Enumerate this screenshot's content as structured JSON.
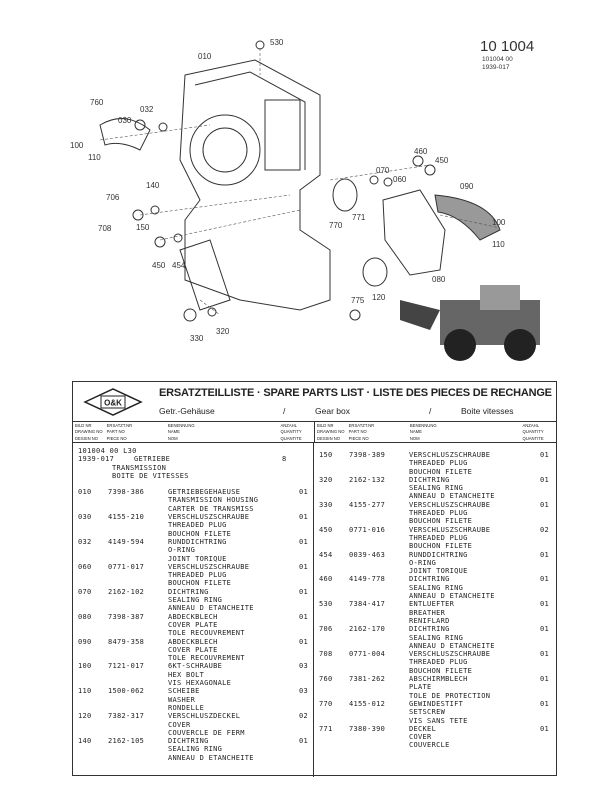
{
  "document_ref": {
    "number": "10 1004",
    "line1": "101004   00",
    "line2": "1939-017"
  },
  "diagram_labels": [
    "530",
    "010",
    "760",
    "032",
    "030",
    "100",
    "110",
    "460",
    "450",
    "070",
    "060",
    "090",
    "706",
    "140",
    "708",
    "150",
    "770",
    "771",
    "100",
    "110",
    "450",
    "454",
    "080",
    "775",
    "120",
    "330",
    "320"
  ],
  "logo_text": "O&K",
  "title": "ERSATZTEILLISTE · SPARE PARTS LIST · LISTE DES PIECES DE RECHANGE",
  "subtitle": {
    "de": "Getr.-Gehäuse",
    "sep1": "/",
    "en": "Gear box",
    "sep2": "/",
    "fr": "Boite vitesses"
  },
  "columns": {
    "drawing": [
      "BILD NR",
      "DRAWING NO",
      "DESSIN NO"
    ],
    "part": [
      "ERSATZT.NR",
      "PART NO",
      "PIECE NO"
    ],
    "name": [
      "BENENNUNG",
      "NAME",
      "NOM"
    ],
    "qty": [
      "ANZAHL",
      "QUANTITY",
      "QUANTITE"
    ]
  },
  "assembly": {
    "line1": "101004   00  L30",
    "code": "1939-017",
    "name": [
      "GETRIEBE",
      "TRANSMISSION",
      "BOITE DE VITESSES"
    ],
    "qty": "8"
  },
  "left_entries": [
    {
      "pos": "010",
      "part": "7398-386",
      "name": [
        "GETRIEBEGEHAEUSE",
        "TRANSMISSION HOUSING",
        "CARTER DE TRANSMISS"
      ],
      "qty": "01"
    },
    {
      "pos": "030",
      "part": "4155-210",
      "name": [
        "VERSCHLUSZSCHRAUBE",
        "THREADED PLUG",
        "BOUCHON FILETE"
      ],
      "qty": "01"
    },
    {
      "pos": "032",
      "part": "4149-594",
      "name": [
        "RUNDDICHTRING",
        "O-RING",
        "JOINT TORIQUE"
      ],
      "qty": "01"
    },
    {
      "pos": "060",
      "part": "0771-017",
      "name": [
        "VERSCHLUSZSCHRAUBE",
        "THREADED PLUG",
        "BOUCHON FILETE"
      ],
      "qty": "01"
    },
    {
      "pos": "070",
      "part": "2162-102",
      "name": [
        "DICHTRING",
        "SEALING RING",
        "ANNEAU D ETANCHEITE"
      ],
      "qty": "01"
    },
    {
      "pos": "080",
      "part": "7398-387",
      "name": [
        "ABDECKBLECH",
        "COVER PLATE",
        "TOLE RECOUVREMENT"
      ],
      "qty": "01"
    },
    {
      "pos": "090",
      "part": "8479-358",
      "name": [
        "ABDECKBLECH",
        "COVER PLATE",
        "TOLE RECOUVREMENT"
      ],
      "qty": "01"
    },
    {
      "pos": "100",
      "part": "7121-017",
      "name": [
        "6KT-SCHRAUBE",
        "HEX BOLT",
        "VIS HEXAGONALE"
      ],
      "qty": "03"
    },
    {
      "pos": "110",
      "part": "1500-062",
      "name": [
        "SCHEIBE",
        "WASHER",
        "RONDELLE"
      ],
      "qty": "03"
    },
    {
      "pos": "120",
      "part": "7382-317",
      "name": [
        "VERSCHLUSZDECKEL",
        "COVER",
        "COUVERCLE DE FERM"
      ],
      "qty": "02"
    },
    {
      "pos": "140",
      "part": "2162-105",
      "name": [
        "DICHTRING",
        "SEALING RING",
        "ANNEAU D ETANCHEITE"
      ],
      "qty": "01"
    }
  ],
  "right_entries": [
    {
      "pos": "150",
      "part": "7398-389",
      "name": [
        "VERSCHLUSZSCHRAUBE",
        "THREADED PLUG",
        "BOUCHON FILETE"
      ],
      "qty": "01"
    },
    {
      "pos": "320",
      "part": "2162-132",
      "name": [
        "DICHTRING",
        "SEALING RING",
        "ANNEAU D ETANCHEITE"
      ],
      "qty": "01"
    },
    {
      "pos": "330",
      "part": "4155-277",
      "name": [
        "VERSCHLUSZSCHRAUBE",
        "THREADED PLUG",
        "BOUCHON FILETE"
      ],
      "qty": "01"
    },
    {
      "pos": "450",
      "part": "0771-016",
      "name": [
        "VERSCHLUSZSCHRAUBE",
        "THREADED PLUG",
        "BOUCHON FILETE"
      ],
      "qty": "02"
    },
    {
      "pos": "454",
      "part": "0039-463",
      "name": [
        "RUNDDICHTRING",
        "O-RING",
        "JOINT TORIQUE"
      ],
      "qty": "01"
    },
    {
      "pos": "460",
      "part": "4149-778",
      "name": [
        "DICHTRING",
        "SEALING RING",
        "ANNEAU D ETANCHEITE"
      ],
      "qty": "01"
    },
    {
      "pos": "530",
      "part": "7384-417",
      "name": [
        "ENTLUEFTER",
        "BREATHER",
        "RENIFLARD"
      ],
      "qty": "01"
    },
    {
      "pos": "706",
      "part": "2162-170",
      "name": [
        "DICHTRING",
        "SEALING RING",
        "ANNEAU D ETANCHEITE"
      ],
      "qty": "01"
    },
    {
      "pos": "708",
      "part": "0771-004",
      "name": [
        "VERSCHLUSZSCHRAUBE",
        "THREADED PLUG",
        "BOUCHON FILETE"
      ],
      "qty": "01"
    },
    {
      "pos": "760",
      "part": "7381-262",
      "name": [
        "ABSCHIRMBLECH",
        "PLATE",
        "TOLE DE PROTECTION"
      ],
      "qty": "01"
    },
    {
      "pos": "770",
      "part": "4155-012",
      "name": [
        "GEWINDESTIFT",
        "SETSCREW",
        "VIS SANS TETE"
      ],
      "qty": "01"
    },
    {
      "pos": "771",
      "part": "7380-390",
      "name": [
        "DECKEL",
        "COVER",
        "COUVERCLE"
      ],
      "qty": "01"
    }
  ]
}
